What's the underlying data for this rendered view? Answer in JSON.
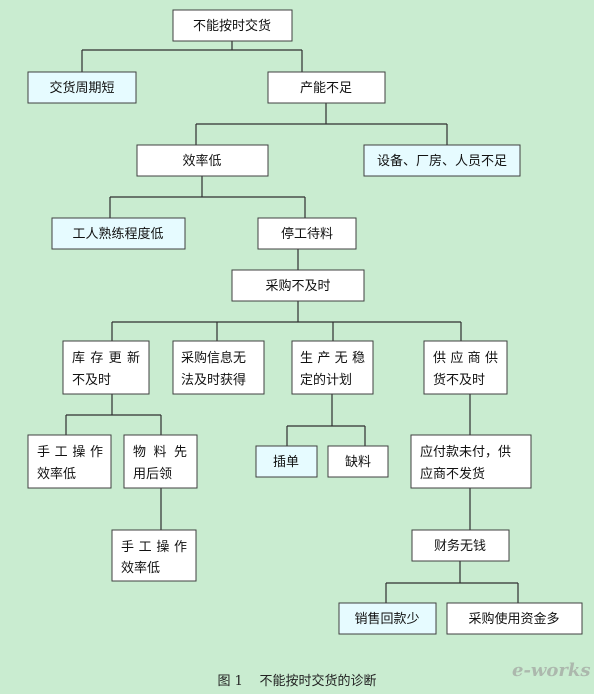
{
  "nodes": {
    "root": "不能按时交货",
    "short_cycle": "交货周期短",
    "capacity": "产能不足",
    "efficiency": "效率低",
    "equipment": "设备、厂房、人员不足",
    "skill": "工人熟练程度低",
    "waiting": "停工待料",
    "purchase_late": "采购不及时",
    "inventory_1": "库存更新",
    "inventory_2": "不及时",
    "purchase_info_1": "采购信息无",
    "purchase_info_2": "法及时获得",
    "plan_1": "生产无稳",
    "plan_2": "定的计划",
    "supplier_1": "供应商供",
    "supplier_2": "货不及时",
    "manual_1": "手工操作",
    "manual_2": "效率低",
    "material_1": "物料先",
    "material_2": "用后领",
    "rush_order": "插单",
    "shortage": "缺料",
    "payable_1": "应付款未付，供",
    "payable_2": "应商不发货",
    "manual_b_1": "手工操作",
    "manual_b_2": "效率低",
    "finance": "财务无钱",
    "sales": "销售回款少",
    "purchase_funds": "采购使用资金多"
  },
  "caption": {
    "figure_no": "图 1",
    "title": "不能按时交货的诊断"
  },
  "watermark": "e-works",
  "colors": {
    "background": "#c9ecd0",
    "node_fill": "#ffffff",
    "leaf_fill": "#e6fbff",
    "border": "#404040"
  }
}
